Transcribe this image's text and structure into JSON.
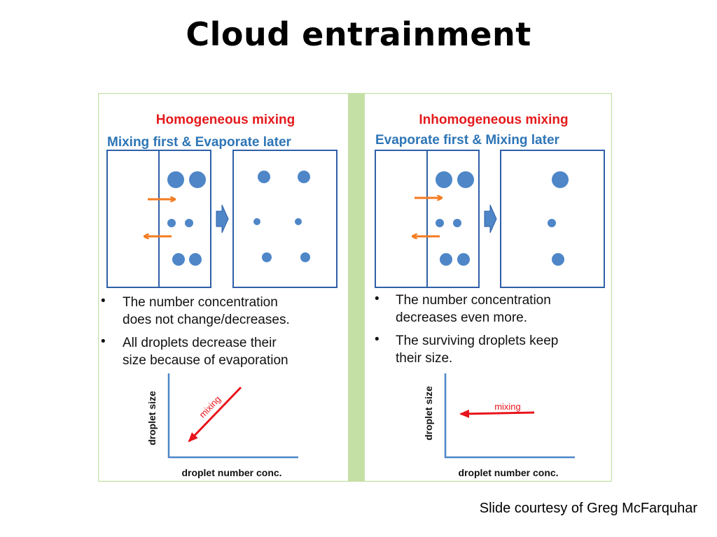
{
  "title": "Cloud entrainment",
  "credit": "Slide courtesy of Greg McFarquhar",
  "colors": {
    "heading_red": "#e41a1c",
    "heading_blue": "#2e75b6",
    "box_blue": "#2e5fa8",
    "droplet": "#4e86c8",
    "arrow_orange": "#f47b20",
    "arrow_red": "#e8141b",
    "divider_green": "#c5e0a5"
  },
  "left_panel": {
    "title": "Homogeneous mixing",
    "subtitle": "Mixing first & Evaporate later",
    "bullets": [
      [
        "The number concentration",
        "does not change/decreases."
      ],
      [
        "All droplets decrease their",
        "size because of evaporation"
      ]
    ],
    "plot": {
      "ylabel": "droplet  size",
      "xlabel": "droplet number conc.",
      "arrow_label": "mixing"
    }
  },
  "right_panel": {
    "title": "Inhomogeneous mixing",
    "subtitle": "Evaporate first & Mixing later",
    "bullets": [
      [
        "The number concentration",
        "decreases even more."
      ],
      [
        "The surviving droplets keep",
        "their size."
      ]
    ],
    "plot": {
      "ylabel": "droplet size",
      "xlabel": "droplet number conc.",
      "arrow_label": "mixing"
    }
  }
}
